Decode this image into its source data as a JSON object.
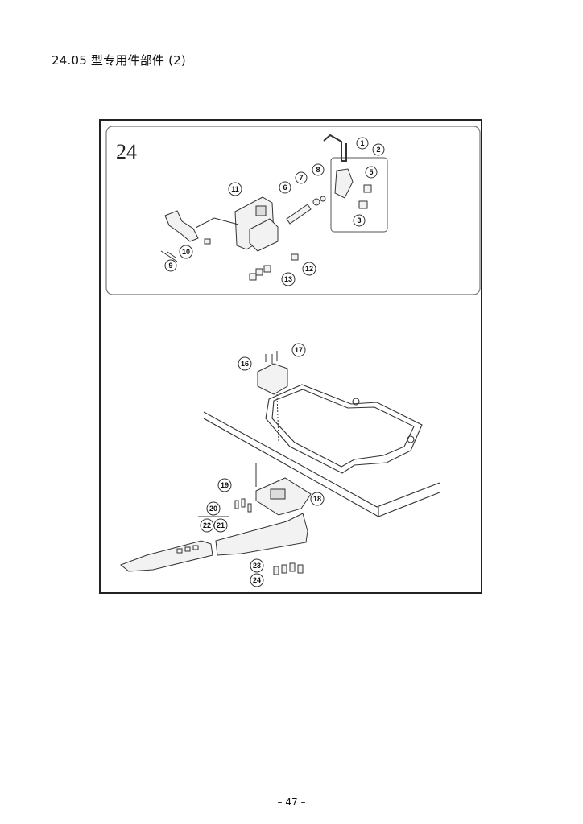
{
  "header": {
    "title": "24.05 型专用件部件 (2)"
  },
  "figure": {
    "inset_label": "24",
    "callouts": [
      "1",
      "2",
      "3",
      "5",
      "6",
      "7",
      "8",
      "9",
      "10",
      "11",
      "12",
      "13",
      "16",
      "17",
      "18",
      "19",
      "20",
      "21",
      "22",
      "23",
      "24"
    ]
  },
  "footer": {
    "page_number": "– 47 –"
  }
}
